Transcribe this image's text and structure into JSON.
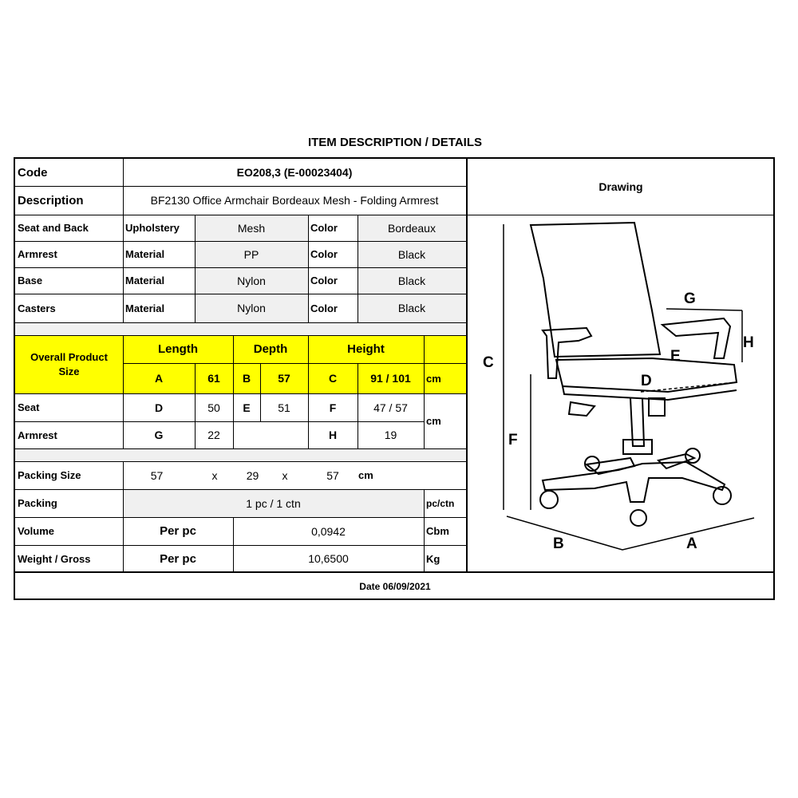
{
  "title": "ITEM DESCRIPTION / DETAILS",
  "code": {
    "label": "Code",
    "value": "EO208,3  (E-00023404)"
  },
  "description": {
    "label": "Description",
    "value": "BF2130 Office Armchair Bordeaux Mesh - Folding Armrest"
  },
  "drawing_label": "Drawing",
  "materials": [
    {
      "part": "Seat and Back",
      "attr": "Upholstery",
      "value": "Mesh",
      "color_label": "Color",
      "color": "Bordeaux"
    },
    {
      "part": "Armrest",
      "attr": "Material",
      "value": "PP",
      "color_label": "Color",
      "color": "Black"
    },
    {
      "part": "Base",
      "attr": "Material",
      "value": "Nylon",
      "color_label": "Color",
      "color": "Black"
    },
    {
      "part": "Casters",
      "attr": "Material",
      "value": "Nylon",
      "color_label": "Color",
      "color": "Black"
    }
  ],
  "overall": {
    "label": "Overall Product Size",
    "length_label": "Length",
    "depth_label": "Depth",
    "height_label": "Height",
    "a_letter": "A",
    "a_value": "61",
    "b_letter": "B",
    "b_value": "57",
    "c_letter": "C",
    "c_value": "91 / 101",
    "unit": "cm"
  },
  "seat": {
    "label": "Seat",
    "d_letter": "D",
    "d_value": "50",
    "e_letter": "E",
    "e_value": "51",
    "f_letter": "F",
    "f_value": "47 / 57"
  },
  "armrest": {
    "label": "Armrest",
    "g_letter": "G",
    "g_value": "22",
    "h_letter": "H",
    "h_value": "19"
  },
  "dims_unit": "cm",
  "packing_size": {
    "label": "Packing Size",
    "l": "57",
    "x1": "x",
    "w": "29",
    "x2": "x",
    "h": "57",
    "unit": "cm"
  },
  "packing": {
    "label": "Packing",
    "value": "1 pc / 1 ctn",
    "unit": "pc/ctn"
  },
  "volume": {
    "label": "Volume",
    "per": "Per pc",
    "value": "0,0942",
    "unit": "Cbm"
  },
  "weight": {
    "label": "Weight / Gross",
    "per": "Per pc",
    "value": "10,6500",
    "unit": "Kg"
  },
  "date": "Date 06/09/2021",
  "drawing_letters": {
    "a": "A",
    "b": "B",
    "c": "C",
    "d": "D",
    "e": "E",
    "f": "F",
    "g": "G",
    "h": "H"
  },
  "colors": {
    "highlight": "#ffff00",
    "shade": "#f0f0f0"
  }
}
